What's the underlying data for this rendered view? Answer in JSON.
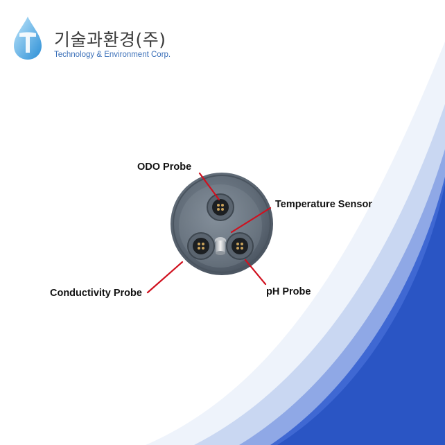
{
  "logo": {
    "korean_name": "기술과환경(주)",
    "english_name": "Technology & Environment Corp."
  },
  "labels": {
    "odo": "ODO Probe",
    "temperature": "Temperature Sensor",
    "conductivity": "Conductivity Probe",
    "ph": "pH Probe"
  },
  "colors": {
    "leader_line": "#d0101e",
    "accent_blue": "#2a55c4",
    "logo_blue": "#3a6fb8",
    "probe_body": "#5e6975"
  }
}
